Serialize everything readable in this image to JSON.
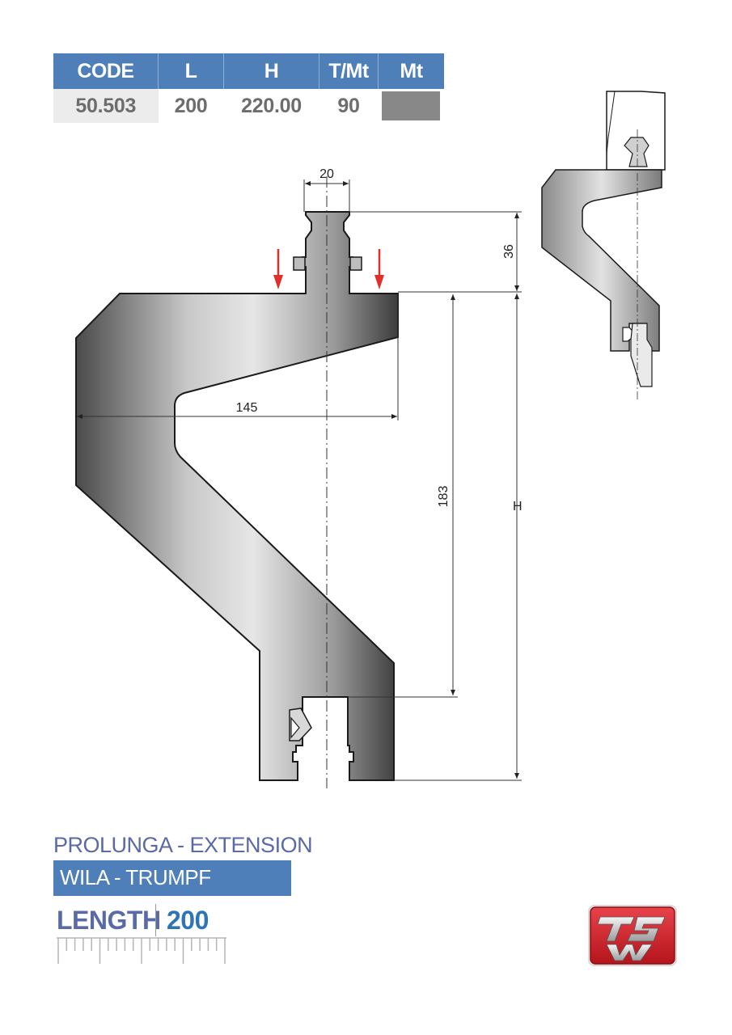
{
  "spec_table": {
    "headers": [
      "CODE",
      "L",
      "H",
      "T/Mt",
      "Mt"
    ],
    "row": {
      "code": "50.503",
      "l": "200",
      "h": "220.00",
      "t_mt": "90"
    },
    "mt_swatch_color": "#888888"
  },
  "drawing": {
    "dimensions": {
      "neck_width": "20",
      "neck_height": "36",
      "reach": "145",
      "inner_height": "183",
      "total_height": "H"
    },
    "arrow_color": "#e0302b"
  },
  "product": {
    "subtitle": "PROLUNGA - EXTENSION",
    "system": "WILA - TRUMPF",
    "length_label": "LENGTH",
    "length_value": "200"
  },
  "colors": {
    "header_blue": "#4f7fb8",
    "logo_red": "#d4222a",
    "label_blue": "#5a6aa6"
  }
}
